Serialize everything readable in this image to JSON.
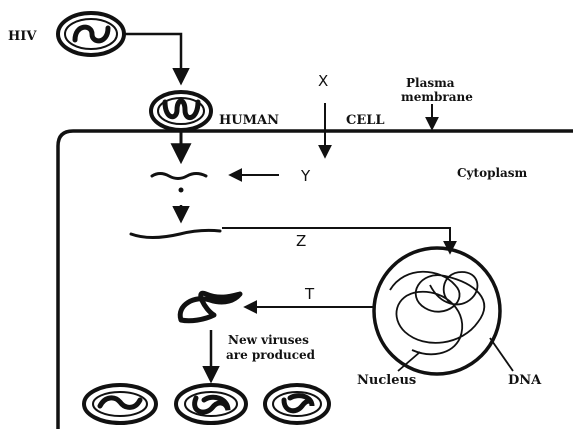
{
  "labels": {
    "hiv": "HIV",
    "x": "X",
    "plasma_line1": "Plasma",
    "plasma_line2": "membrane",
    "human": "HUMAN",
    "cell": "CELL",
    "cytoplasm": "Cytoplasm",
    "y": "Y",
    "z": "Z",
    "t": "T",
    "new_viruses_line1": "New viruses",
    "new_viruses_line2": "are produced",
    "nucleus": "Nucleus",
    "dna": "DNA"
  },
  "colors": {
    "ink": "#111111",
    "background": "#ffffff"
  }
}
